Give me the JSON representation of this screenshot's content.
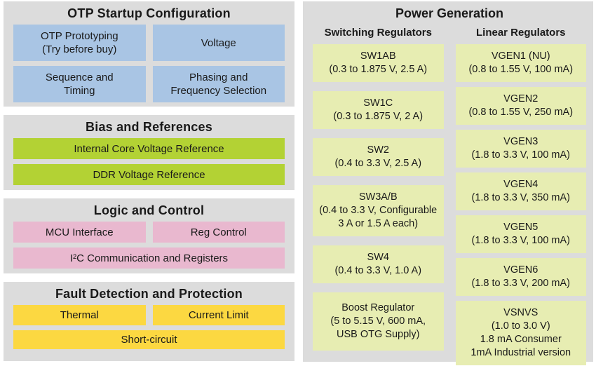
{
  "colors": {
    "panel": "#dcdcdc",
    "blue": "#a9c5e4",
    "green": "#b3d234",
    "pink": "#e9b8cf",
    "yellow": "#fcd841",
    "pale": "#e7edb2",
    "ink": "#1a1a1a",
    "page": "#ffffff"
  },
  "left_sections": [
    {
      "title": "OTP Startup Configuration",
      "boxes": [
        "OTP Prototyping\n(Try before buy)",
        "Voltage",
        "Sequence and\nTiming",
        "Phasing and\nFrequency Selection"
      ]
    },
    {
      "title": "Bias and References",
      "boxes": [
        "Internal Core Voltage Reference",
        "DDR Voltage Reference"
      ]
    },
    {
      "title": "Logic and Control",
      "boxes": [
        "MCU Interface",
        "Reg Control",
        "I²C Communication and Registers"
      ]
    },
    {
      "title": "Fault Detection and Protection",
      "boxes": [
        "Thermal",
        "Current Limit",
        "Short-circuit"
      ]
    }
  ],
  "power_generation": {
    "title": "Power Generation",
    "switching": {
      "header": "Switching Regulators",
      "boxes": [
        "SW1AB\n(0.3 to 1.875 V, 2.5 A)",
        "SW1C\n(0.3 to 1.875 V, 2 A)",
        "SW2\n(0.4 to 3.3 V, 2.5 A)",
        "SW3A/B\n(0.4 to 3.3 V, Configurable\n3 A or 1.5 A each)",
        "SW4\n(0.4 to 3.3 V, 1.0 A)",
        "Boost Regulator\n(5 to 5.15 V, 600 mA,\nUSB OTG Supply)"
      ]
    },
    "linear": {
      "header": "Linear Regulators",
      "boxes": [
        "VGEN1 (NU)\n(0.8 to 1.55 V, 100 mA)",
        "VGEN2\n(0.8 to 1.55 V, 250 mA)",
        "VGEN3\n(1.8 to 3.3 V, 100 mA)",
        "VGEN4\n(1.8 to 3.3 V, 350 mA)",
        "VGEN5\n(1.8 to 3.3 V, 100 mA)",
        "VGEN6\n(1.8 to 3.3 V, 200 mA)",
        "VSNVS\n(1.0 to 3.0 V)\n1.8 mA Consumer\n1mA Industrial version"
      ]
    }
  }
}
